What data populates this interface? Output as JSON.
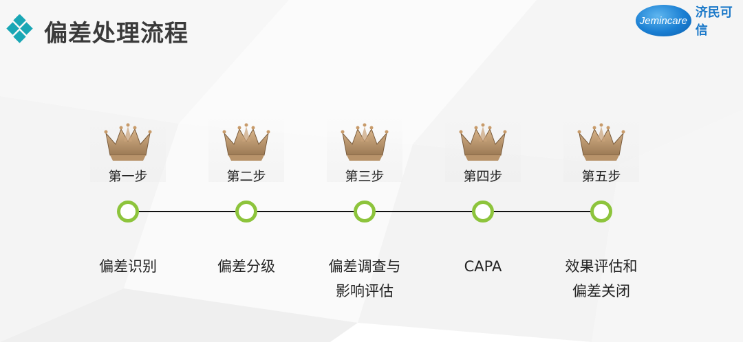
{
  "title": "偏差处理流程",
  "brand": {
    "logo_text": "Jemincare",
    "name_cn": "济民可信"
  },
  "colors": {
    "accent": "#8dc43c",
    "title_mark": "#1aa7b5",
    "brand_blue": "#1877c8"
  },
  "steps": [
    {
      "step": "第一步",
      "desc_line1": "偏差识别",
      "desc_line2": ""
    },
    {
      "step": "第二步",
      "desc_line1": "偏差分级",
      "desc_line2": ""
    },
    {
      "step": "第三步",
      "desc_line1": "偏差调查与",
      "desc_line2": "影响评估"
    },
    {
      "step": "第四步",
      "desc_line1": "CAPA",
      "desc_line2": ""
    },
    {
      "step": "第五步",
      "desc_line1": "效果评估和",
      "desc_line2": "偏差关闭"
    }
  ]
}
